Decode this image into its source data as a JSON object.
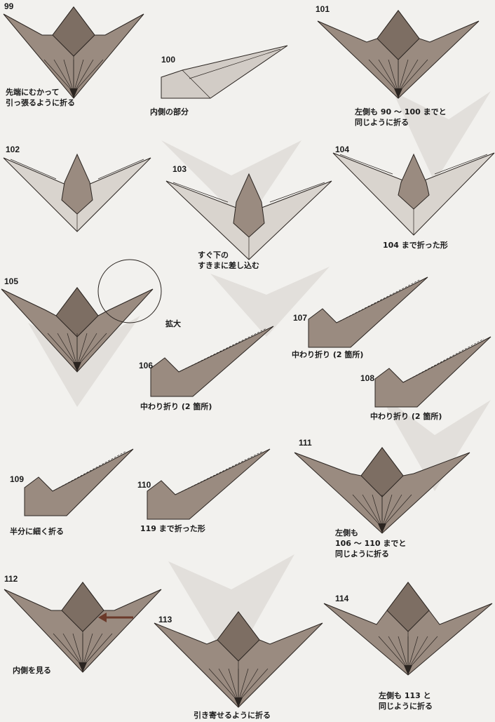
{
  "steps": [
    {
      "num": "99",
      "caption": "先端にむかって\n引っ張るように折る"
    },
    {
      "num": "100",
      "caption": "内側の部分"
    },
    {
      "num": "101",
      "caption": "左側も 90 〜 100 までと\n同じように折る"
    },
    {
      "num": "102",
      "caption": ""
    },
    {
      "num": "103",
      "caption": "すぐ下の\nすきまに差し込む"
    },
    {
      "num": "104",
      "caption": "104 まで折った形"
    },
    {
      "num": "105",
      "caption": ""
    },
    {
      "num": "106",
      "caption": "中わり折り (2 箇所)"
    },
    {
      "num": "107",
      "caption": "中わり折り (2 箇所)"
    },
    {
      "num": "108",
      "caption": "中わり折り (2 箇所)"
    },
    {
      "num": "109",
      "caption": "半分に細く折る"
    },
    {
      "num": "110",
      "caption": "119 まで折った形"
    },
    {
      "num": "111",
      "caption": "左側も\n106 〜 110 までと\n同じように折る"
    },
    {
      "num": "112",
      "caption": "内側を見る"
    },
    {
      "num": "113",
      "caption": "引き寄せるように折る"
    },
    {
      "num": "114",
      "caption": "左側も 113 と\n同じように折る"
    }
  ],
  "zoom_label": "拡大",
  "colors": {
    "paper": "#9a8b80",
    "paper_dark": "#7d6e63",
    "line": "#2a2420",
    "background": "#f2f1ee",
    "arrow": "#6b3a2a"
  }
}
